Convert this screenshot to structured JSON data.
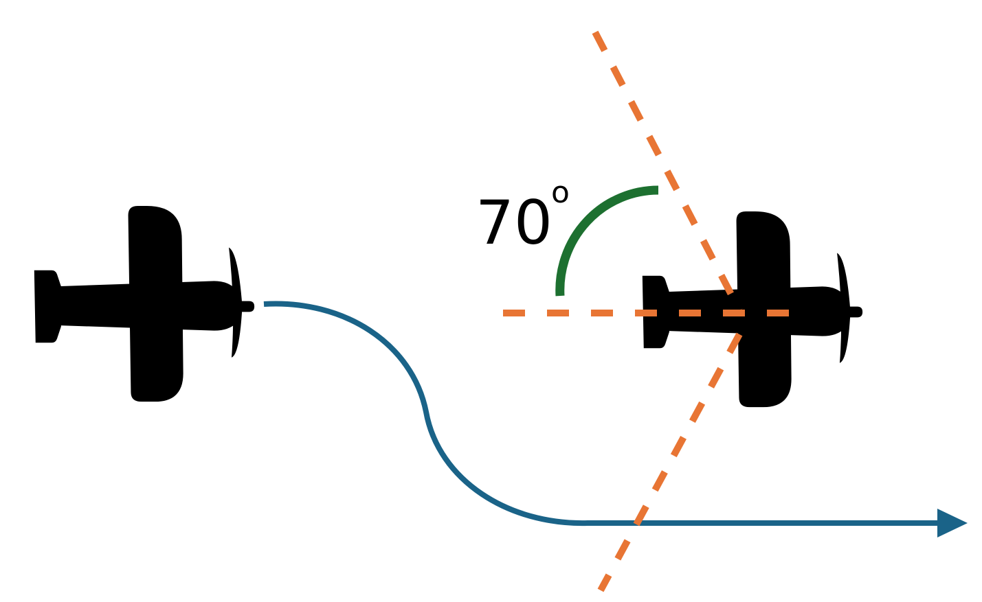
{
  "angle": {
    "value": "70",
    "degree_symbol": "o",
    "degrees": 70
  },
  "colors": {
    "background": "#ffffff",
    "plane": "#000000",
    "flight_path": "#1a6388",
    "reference_lines": "#e87534",
    "angle_arc": "#1d7030",
    "label": "#000000"
  },
  "icons": [
    "airplane-icon",
    "airplane-icon"
  ]
}
